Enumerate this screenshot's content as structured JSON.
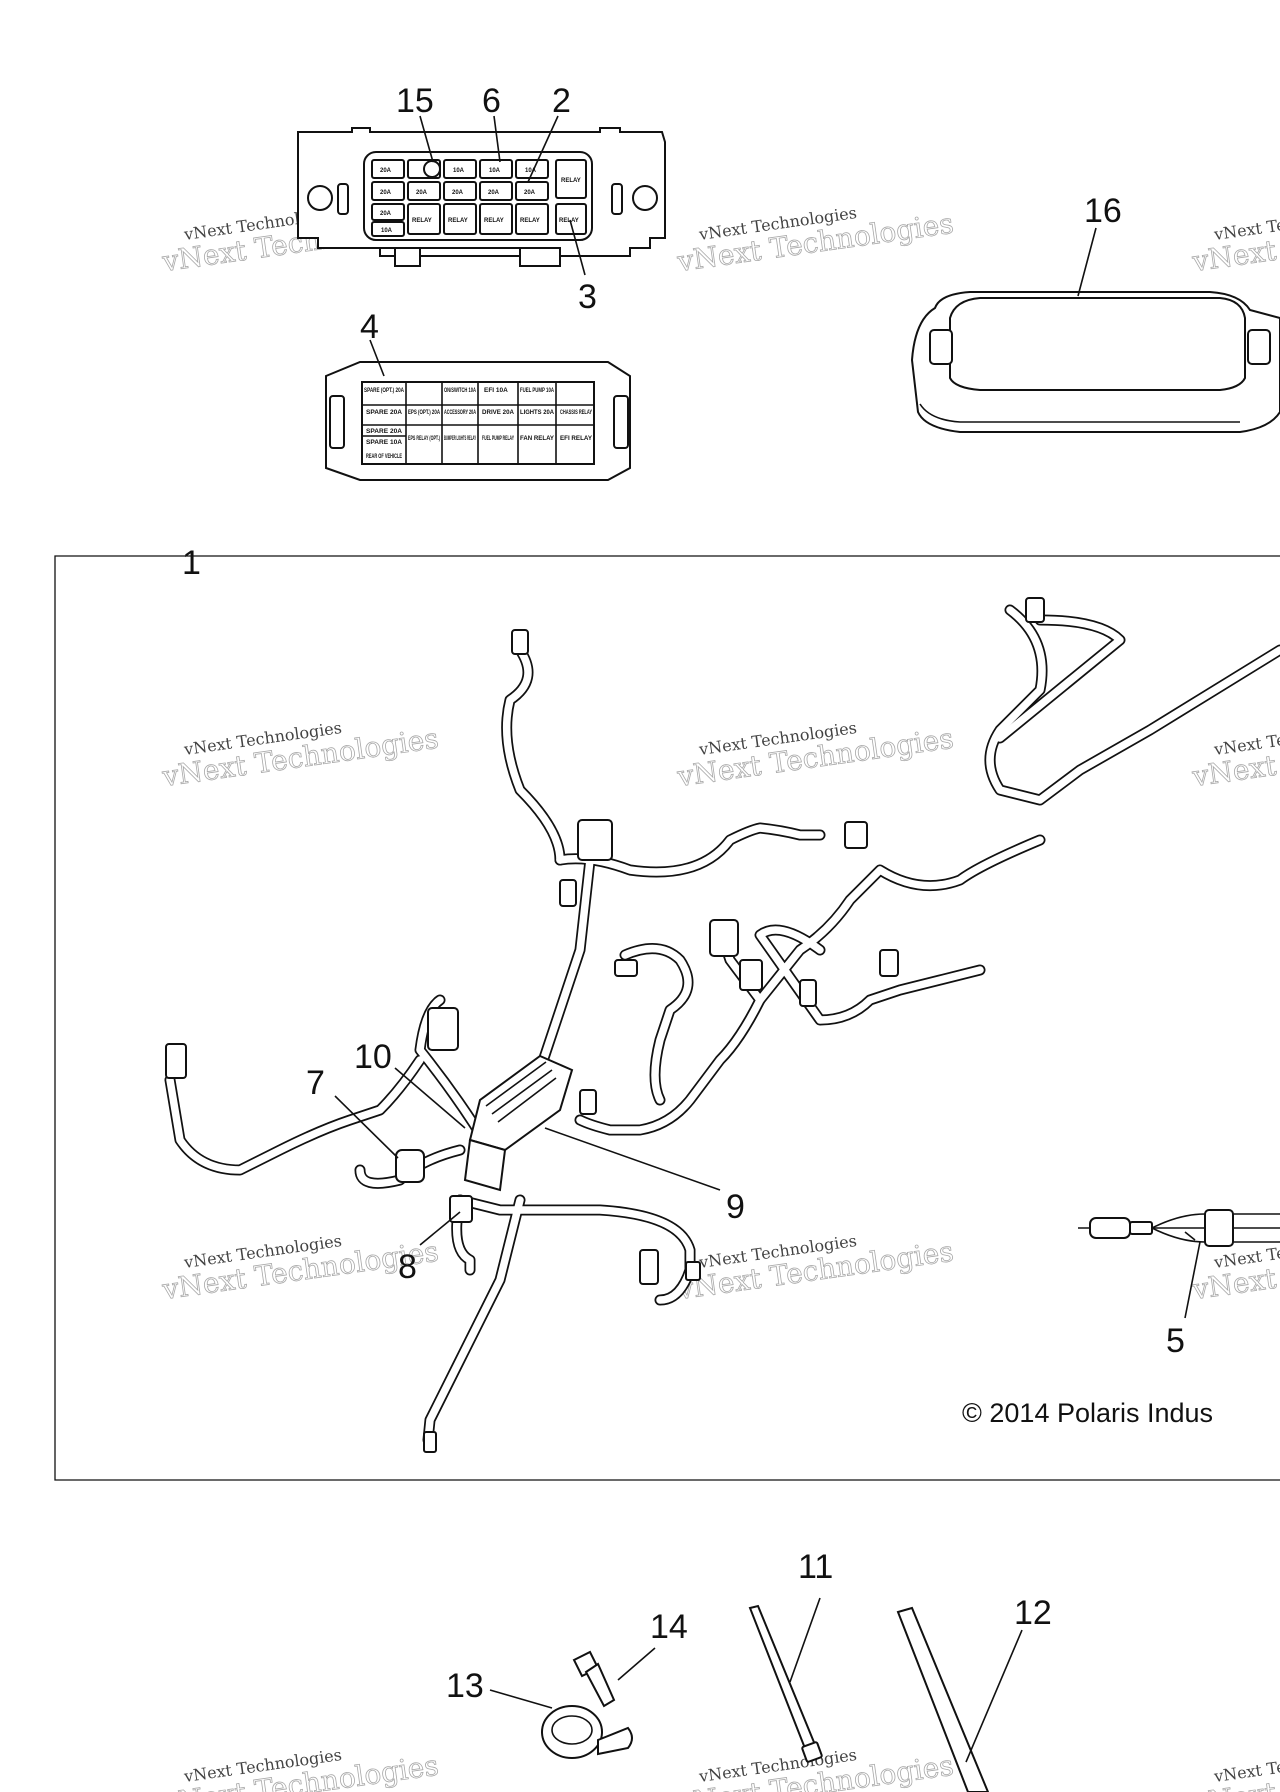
{
  "callouts": {
    "c1": "1",
    "c2": "2",
    "c3": "3",
    "c4": "4",
    "c5": "5",
    "c6": "6",
    "c7": "7",
    "c8": "8",
    "c9": "9",
    "c10": "10",
    "c11": "11",
    "c12": "12",
    "c13": "13",
    "c14": "14",
    "c15": "15",
    "c16": "16"
  },
  "copyright": "© 2014 Polaris Indus",
  "watermark": {
    "line1": "vNext Technologies",
    "line2": "vNext Technologies"
  },
  "fuse_box_cells": {
    "r1": [
      "20A",
      "",
      "10A",
      "10A",
      "10A",
      "RELAY"
    ],
    "r2": [
      "20A",
      "20A",
      "20A",
      "20A",
      "20A"
    ],
    "r3": [
      "20A",
      "RELAY",
      "RELAY",
      "RELAY",
      "RELAY",
      "RELAY"
    ],
    "r4": [
      "10A"
    ]
  },
  "fuse_label": {
    "r1": [
      "SPARE (OPT.) 20A",
      "",
      "ON/SWITCH 10A",
      "EFI 10A",
      "FUEL PUMP 10A"
    ],
    "r2": [
      "SPARE 20A",
      "EPS (OPT.) 20A",
      "ACCESSORY 20A",
      "DRIVE 20A",
      "LIGHTS 20A",
      "CHASSIS RELAY"
    ],
    "r3": [
      "SPARE 20A",
      "SPARE 10A",
      "EPS RELAY (OPT.)",
      "BUMPER LIGHTS RELAY",
      "FUEL PUMP RELAY",
      "FAN RELAY",
      "EFI RELAY"
    ],
    "r4": [
      "REAR OF VEHICLE"
    ]
  }
}
